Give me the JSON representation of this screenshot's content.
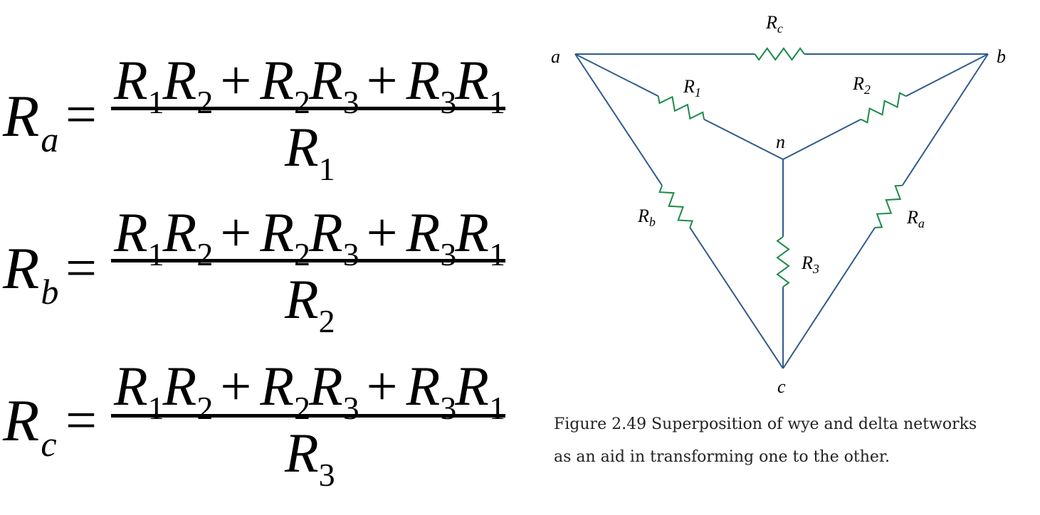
{
  "equations": [
    {
      "lhs": {
        "symbol": "R",
        "sub": "a"
      },
      "numerator": [
        {
          "sym": "R",
          "sub": "1"
        },
        {
          "sym": "R",
          "sub": "2"
        },
        {
          "op": "+"
        },
        {
          "sym": "R",
          "sub": "2"
        },
        {
          "sym": "R",
          "sub": "3"
        },
        {
          "op": "+"
        },
        {
          "sym": "R",
          "sub": "3"
        },
        {
          "sym": "R",
          "sub": "1"
        }
      ],
      "denominator": {
        "symbol": "R",
        "sub": "1"
      }
    },
    {
      "lhs": {
        "symbol": "R",
        "sub": "b"
      },
      "numerator": [
        {
          "sym": "R",
          "sub": "1"
        },
        {
          "sym": "R",
          "sub": "2"
        },
        {
          "op": "+"
        },
        {
          "sym": "R",
          "sub": "2"
        },
        {
          "sym": "R",
          "sub": "3"
        },
        {
          "op": "+"
        },
        {
          "sym": "R",
          "sub": "3"
        },
        {
          "sym": "R",
          "sub": "1"
        }
      ],
      "denominator": {
        "symbol": "R",
        "sub": "2"
      }
    },
    {
      "lhs": {
        "symbol": "R",
        "sub": "c"
      },
      "numerator": [
        {
          "sym": "R",
          "sub": "1"
        },
        {
          "sym": "R",
          "sub": "2"
        },
        {
          "op": "+"
        },
        {
          "sym": "R",
          "sub": "2"
        },
        {
          "sym": "R",
          "sub": "3"
        },
        {
          "op": "+"
        },
        {
          "sym": "R",
          "sub": "3"
        },
        {
          "sym": "R",
          "sub": "1"
        }
      ],
      "denominator": {
        "symbol": "R",
        "sub": "3"
      }
    }
  ],
  "equals": "=",
  "circuit": {
    "nodes": {
      "a": "a",
      "b": "b",
      "c": "c",
      "n": "n"
    },
    "resistors": {
      "Rc": {
        "sym": "R",
        "sub": "c"
      },
      "R1": {
        "sym": "R",
        "sub": "1"
      },
      "R2": {
        "sym": "R",
        "sub": "2"
      },
      "R3": {
        "sym": "R",
        "sub": "3"
      },
      "Ra": {
        "sym": "R",
        "sub": "a"
      },
      "Rb": {
        "sym": "R",
        "sub": "b"
      }
    },
    "colors": {
      "wire": "#2f5b8e",
      "resistor": "#1e8a4a"
    }
  },
  "caption": {
    "line1": "Figure 2.49 Superposition of wye and delta networks",
    "line2": "as an aid in transforming one to the other."
  }
}
